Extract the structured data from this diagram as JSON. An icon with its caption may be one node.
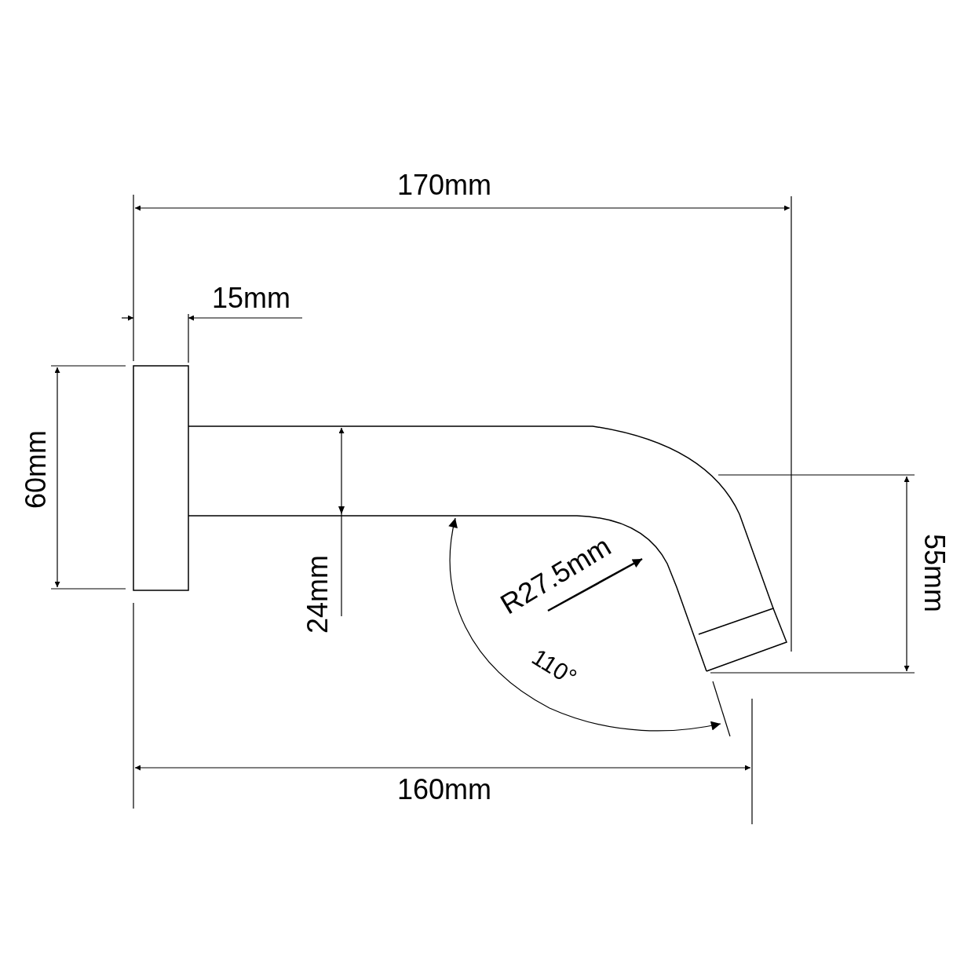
{
  "diagram": {
    "labels": [
      "170mm",
      "15mm",
      "60mm",
      "24mm",
      "R27.5mm",
      "55mm",
      "110°",
      "160mm"
    ]
  }
}
